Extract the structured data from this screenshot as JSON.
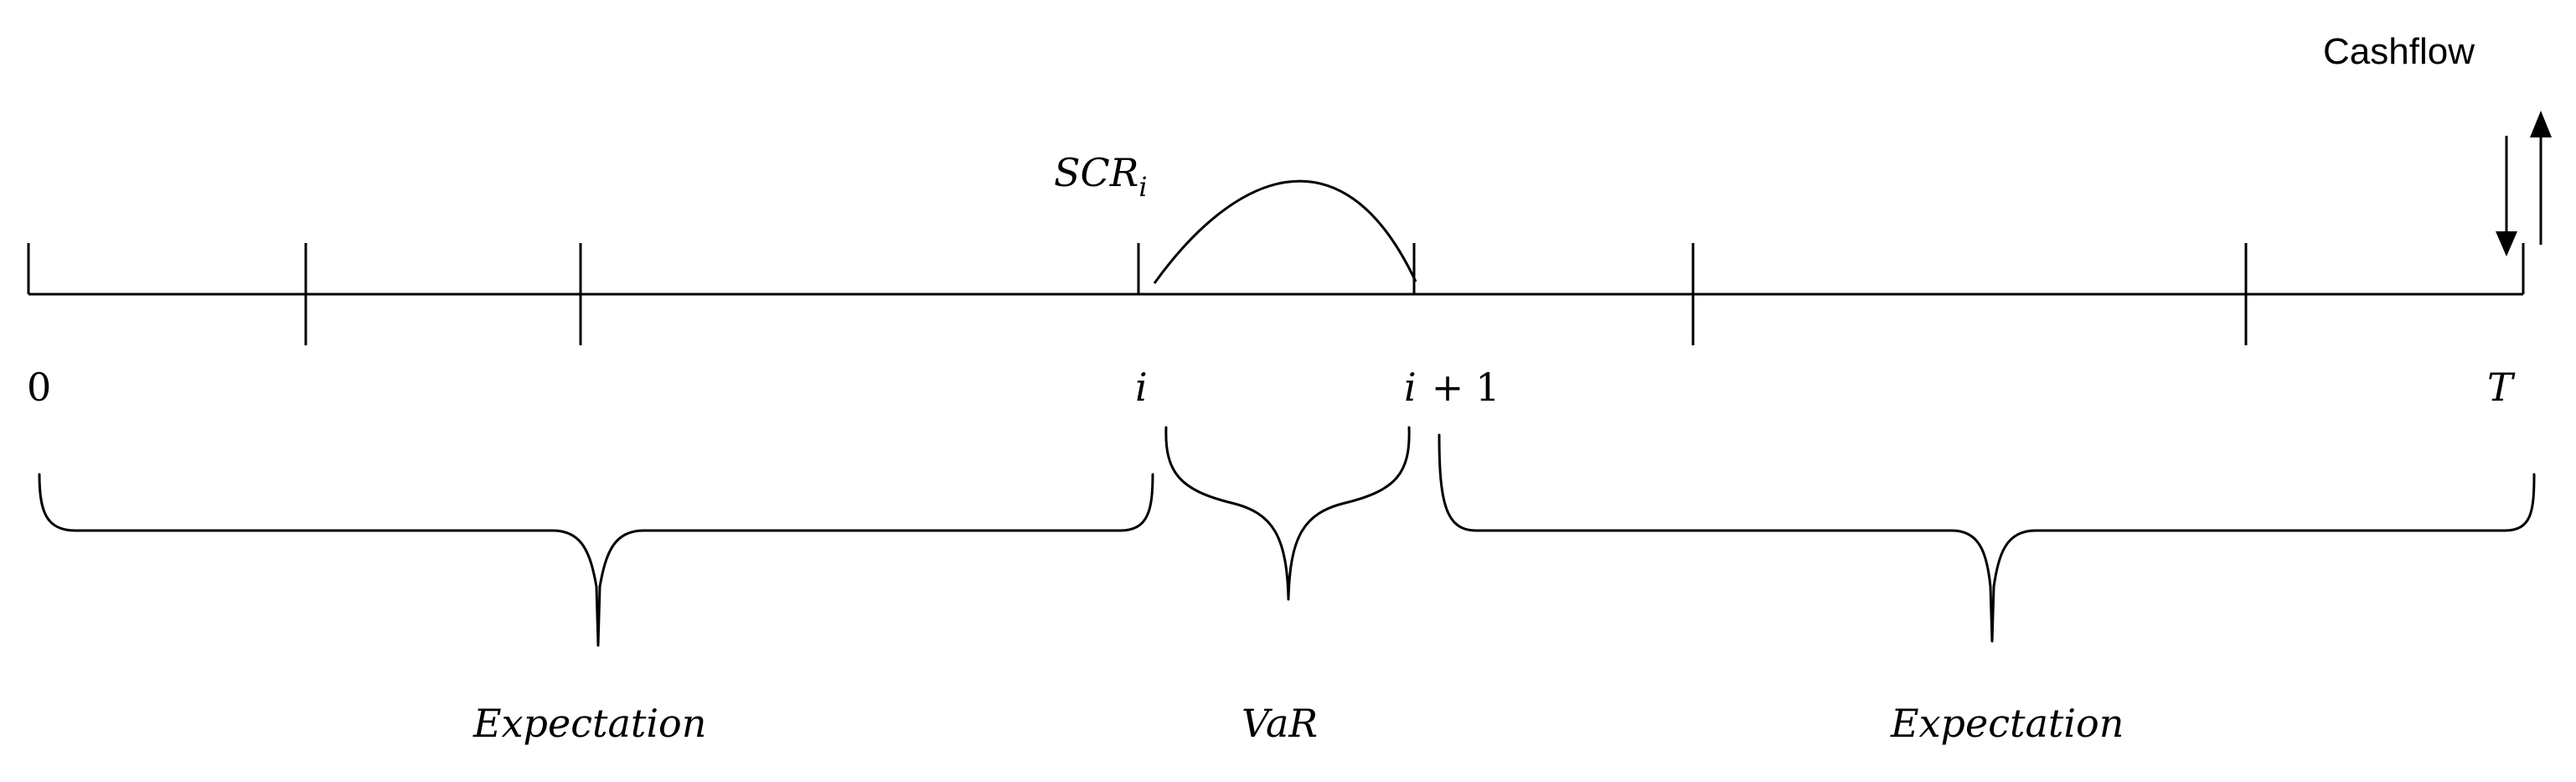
{
  "timeline": {
    "label_start": "0",
    "label_i": "i",
    "label_plus": "+",
    "label_one": "1",
    "label_end": "T"
  },
  "scr": {
    "main": "SCR",
    "subscript": "i"
  },
  "cashflow": {
    "label": "Cashflow"
  },
  "braces": {
    "left_label": "Expectation",
    "middle_label": "VaR",
    "right_label": "Expectation"
  }
}
